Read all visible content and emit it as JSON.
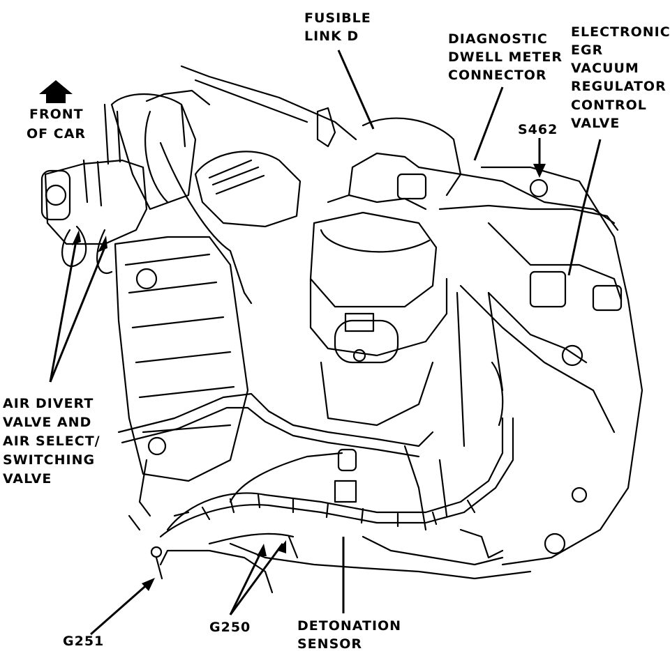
{
  "labels": {
    "fusible_link": [
      "FUSIBLE",
      "LINK D"
    ],
    "dwell_meter": [
      "DIAGNOSTIC",
      "DWELL METER",
      "CONNECTOR"
    ],
    "egr_valve": [
      "ELECTRONIC",
      "EGR",
      "VACUUM",
      "REGULATOR",
      "CONTROL",
      "VALVE"
    ],
    "s462": "S462",
    "front_of_car": [
      "FRONT",
      "OF CAR"
    ],
    "air_divert": [
      "AIR DIVERT",
      "VALVE AND",
      "AIR SELECT/",
      "SWITCHING",
      "VALVE"
    ],
    "g251": "G251",
    "g250": "G250",
    "detonation": [
      "DETONATION",
      "SENSOR"
    ]
  },
  "colors": {
    "ink": "#000000",
    "paper": "#ffffff"
  }
}
